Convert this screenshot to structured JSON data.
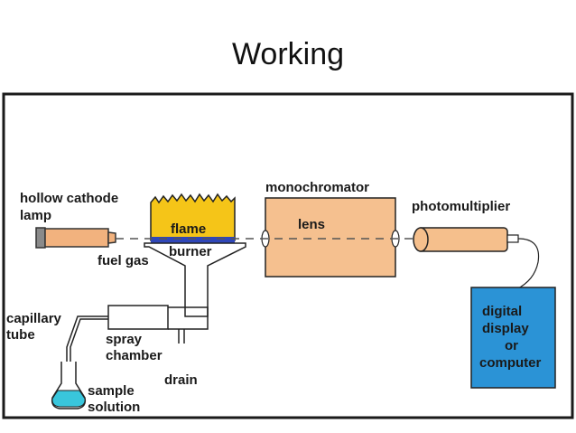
{
  "slide": {
    "title": "Working"
  },
  "diagram": {
    "labels": {
      "hollow_cathode_lamp_line1": "hollow cathode",
      "hollow_cathode_lamp_line2": "lamp",
      "flame": "flame",
      "burner": "burner",
      "fuel_gas": "fuel gas",
      "monochromator": "monochromator",
      "lens": "lens",
      "photomultiplier": "photomultiplier",
      "capillary_tube_line1": "capillary",
      "capillary_tube_line2": "tube",
      "spray_chamber_line1": "spray",
      "spray_chamber_line2": "chamber",
      "drain": "drain",
      "sample_solution_line1": "sample",
      "sample_solution_line2": "solution",
      "display_line1": "digital",
      "display_line2": "display",
      "display_line3": "or",
      "display_line4": "computer"
    },
    "colors": {
      "frame": "#1a1a1a",
      "lamp": "#f2b27e",
      "flame": "#f5c518",
      "monochromator": "#f5c08f",
      "photomultiplier": "#f5bf8c",
      "display": "#2b93d6",
      "sample": "#39c6dc",
      "beam": "#555555"
    }
  }
}
